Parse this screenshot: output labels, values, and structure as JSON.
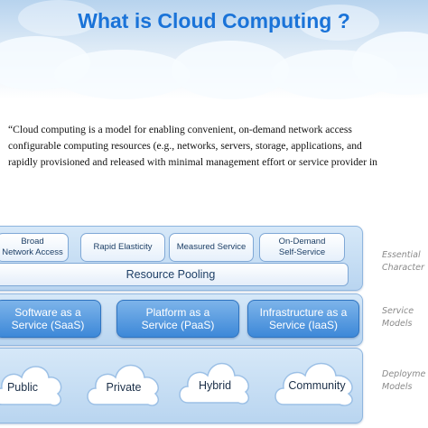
{
  "title": "What is Cloud Computing ?",
  "quote": {
    "lines": [
      "“Cloud computing is a model for enabling convenient, on-demand network access",
      "configurable computing resources (e.g., networks, servers, storage, applications, and",
      "rapidly provisioned and released with minimal management effort or service provider in"
    ]
  },
  "diagram": {
    "essential": {
      "items": [
        {
          "line1": "Broad",
          "line2": "Network Access"
        },
        {
          "line1": "Rapid Elasticity",
          "line2": ""
        },
        {
          "line1": "Measured Service",
          "line2": ""
        },
        {
          "line1": "On-Demand",
          "line2": "Self-Service"
        }
      ],
      "pool": "Resource Pooling",
      "side_line1": "Essential",
      "side_line2": "Character"
    },
    "service": {
      "items": [
        {
          "line1": "Software as a",
          "line2": "Service (SaaS)"
        },
        {
          "line1": "Platform as a",
          "line2": "Service (PaaS)"
        },
        {
          "line1": "Infrastructure as a",
          "line2": "Service (IaaS)"
        }
      ],
      "side_line1": "Service",
      "side_line2": "Models"
    },
    "deployment": {
      "items": [
        "Public",
        "Private",
        "Hybrid",
        "Community"
      ],
      "side_line1": "Deployme",
      "side_line2": "Models"
    }
  },
  "colors": {
    "title": "#1a73d8",
    "service_box": "#3d88d8",
    "layer": "#b9d5f0"
  }
}
